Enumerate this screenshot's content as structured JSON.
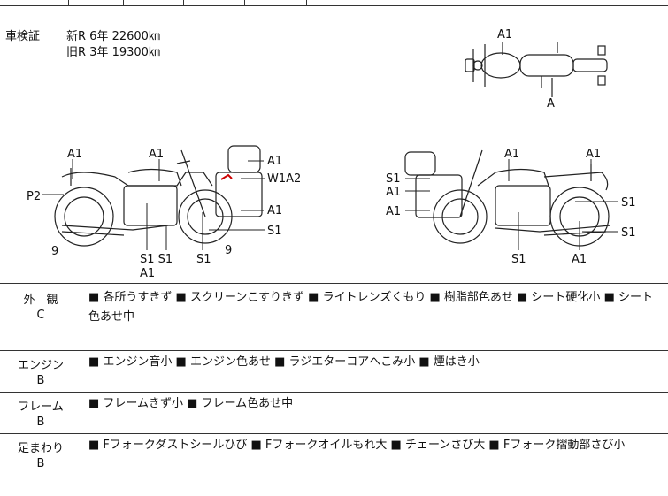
{
  "shaken": {
    "label": "車検証",
    "line1": "新R  6年  22600㎞",
    "line2": "旧R  3年  19300㎞"
  },
  "diagram_labels": {
    "top_a1": "A1",
    "top_a": "A",
    "left": {
      "a1_rear": "A1",
      "a1_tank": "A1",
      "p2": "P2",
      "nine_left": "9",
      "a1_screen": "A1",
      "w1a2": "W1A2",
      "a1_cowl": "A1",
      "s1_front": "S1",
      "s1_s1": "S1 S1",
      "a1_under": "A1",
      "s1_mid": "S1",
      "nine_right": "9"
    },
    "right": {
      "s1_top": "S1",
      "a1_mid": "A1",
      "a1_low": "A1",
      "a1_tank": "A1",
      "a1_rear": "A1",
      "s1_r1": "S1",
      "s1_r2": "S1",
      "s1_bottom": "S1",
      "a1_bottom": "A1"
    }
  },
  "rows": [
    {
      "label": "外　観",
      "grade": "C",
      "text": "■ 各所うすきず ■ スクリーンこすりきず ■ ライトレンズくもり ■ 樹脂部色あせ ■ シート硬化小 ■ シート色あせ中"
    },
    {
      "label": "エンジン",
      "grade": "B",
      "text": "■ エンジン音小 ■ エンジン色あせ ■ ラジエターコアへこみ小 ■ 煙はき小"
    },
    {
      "label": "フレーム",
      "grade": "B",
      "text": "■ フレームきず小 ■ フレーム色あせ中"
    },
    {
      "label": "足まわり",
      "grade": "B",
      "text": "■ Fフォークダストシールひび ■ Fフォークオイルもれ大 ■ チェーンさび大 ■ Fフォーク摺動部さび小"
    }
  ]
}
